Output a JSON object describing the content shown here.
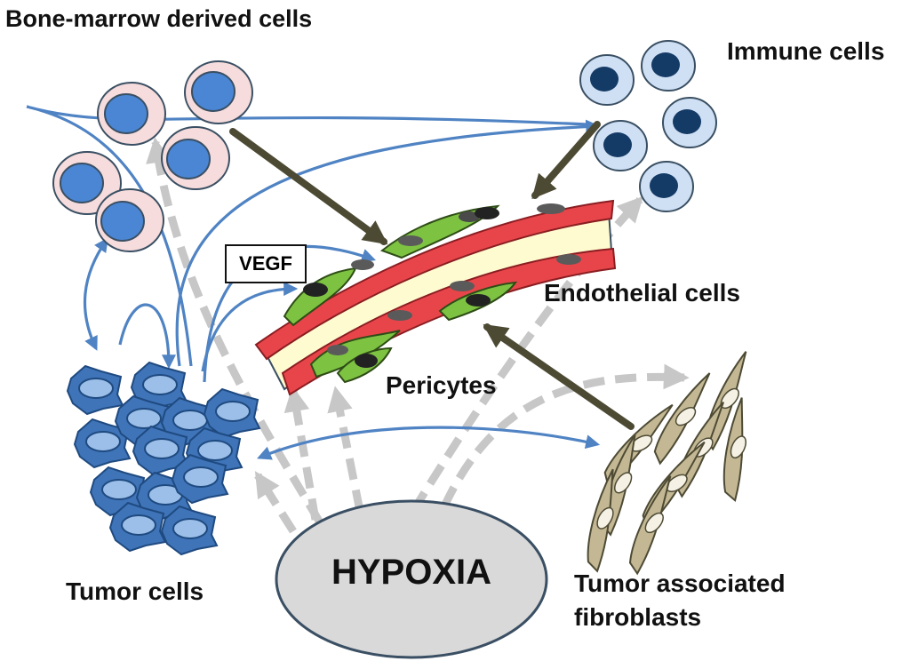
{
  "labels": {
    "bone_marrow": "Bone-marrow derived cells",
    "immune": "Immune cells",
    "endothelial": "Endothelial cells",
    "pericytes": "Pericytes",
    "tumor": "Tumor cells",
    "fibroblasts_line1": "Tumor associated",
    "fibroblasts_line2": "fibroblasts",
    "hypoxia": "HYPOXIA",
    "vegf": "VEGF"
  },
  "colors": {
    "bone_marrow_cytoplasm": "#f6dcdc",
    "bone_marrow_nucleus": "#4a86d4",
    "immune_cytoplasm": "#cfe0f4",
    "immune_nucleus": "#143a66",
    "tumor_cell": "#3f74b8",
    "tumor_nucleus": "#9bbfe8",
    "endothelial": "#e8454a",
    "pericyte": "#7ec242",
    "vessel_lumen": "#fffbd0",
    "fibroblast": "#c4b894",
    "hypoxia_fill": "#d9d9d9",
    "hypoxia_stroke": "#3a4f63",
    "signal_arrow": "#4f83c3",
    "recruit_arrow": "#4d4a34",
    "hypoxia_arrow": "#c7c7c7"
  }
}
